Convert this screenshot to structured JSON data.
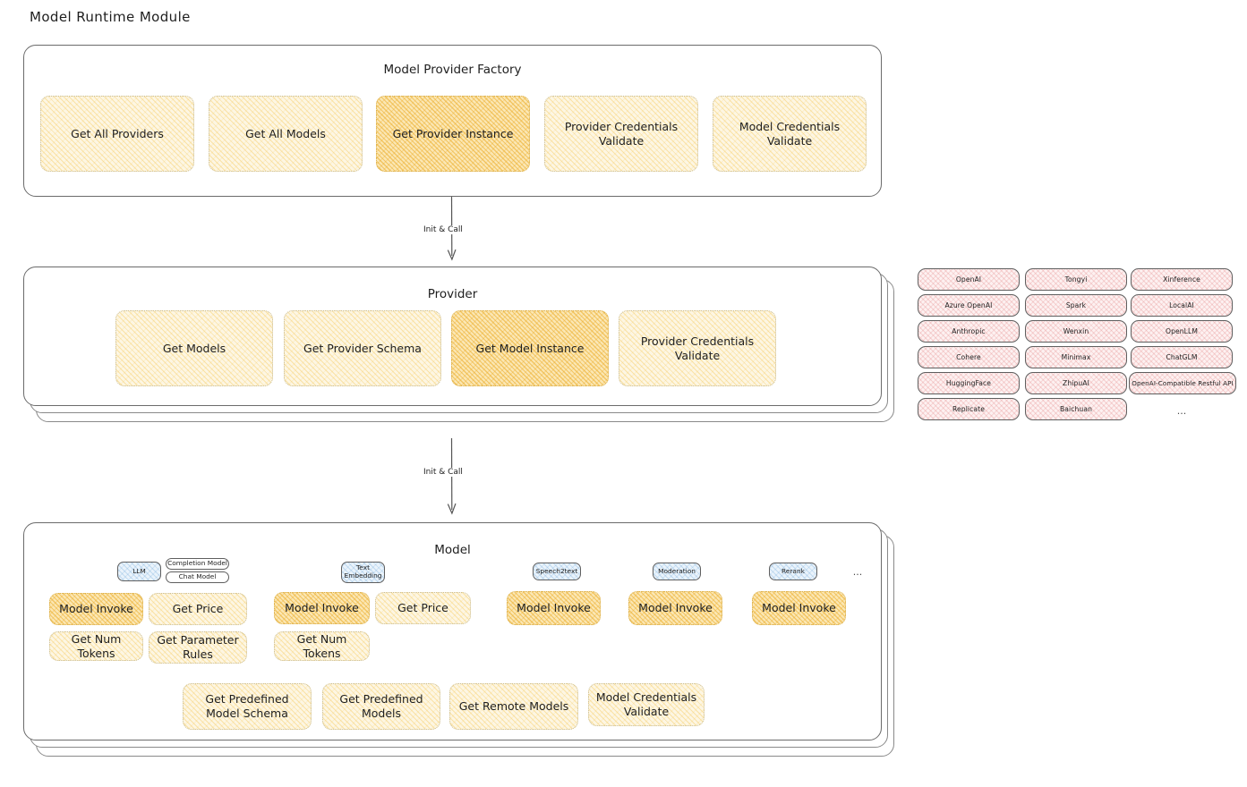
{
  "title": "Model Runtime Module",
  "factory": {
    "title": "Model Provider Factory",
    "items": [
      {
        "label": "Get All Providers",
        "highlight": false
      },
      {
        "label": "Get All Models",
        "highlight": false
      },
      {
        "label": "Get Provider Instance",
        "highlight": true
      },
      {
        "label": "Provider Credentials Validate",
        "highlight": false
      },
      {
        "label": "Model Credentials Validate",
        "highlight": false
      }
    ]
  },
  "arrow1": {
    "label": "Init & Call"
  },
  "provider": {
    "title": "Provider",
    "items": [
      {
        "label": "Get Models",
        "highlight": false
      },
      {
        "label": "Get Provider Schema",
        "highlight": false
      },
      {
        "label": "Get Model Instance",
        "highlight": true
      },
      {
        "label": "Provider Credentials Validate",
        "highlight": false
      }
    ]
  },
  "arrow2": {
    "label": "Init & Call"
  },
  "provider_list": {
    "column1": [
      "OpenAI",
      "Azure OpenAI",
      "Anthropic",
      "Cohere",
      "HuggingFace",
      "Replicate"
    ],
    "column2": [
      "Tongyi",
      "Spark",
      "Wenxin",
      "Minimax",
      "ZhipuAI",
      "Baichuan"
    ],
    "column3": [
      "Xinference",
      "LocalAI",
      "OpenLLM",
      "ChatGLM",
      "OpenAI-Compatible Restful API"
    ],
    "more": "..."
  },
  "model": {
    "title": "Model",
    "more": "...",
    "types": [
      {
        "name": "LLM",
        "sub": [
          "Completion Model",
          "Chat Model"
        ]
      },
      {
        "name": "Text Embedding",
        "sub": []
      },
      {
        "name": "Speech2text",
        "sub": []
      },
      {
        "name": "Moderation",
        "sub": []
      },
      {
        "name": "Rerank",
        "sub": []
      }
    ],
    "llm_methods": [
      {
        "label": "Model Invoke",
        "highlight": true
      },
      {
        "label": "Get Price",
        "highlight": false
      },
      {
        "label": "Get Num Tokens",
        "highlight": false
      },
      {
        "label": "Get Parameter Rules",
        "highlight": false
      }
    ],
    "embedding_methods": [
      {
        "label": "Model Invoke",
        "highlight": true
      },
      {
        "label": "Get Price",
        "highlight": false
      },
      {
        "label": "Get Num Tokens",
        "highlight": false
      }
    ],
    "speech2text_methods": [
      {
        "label": "Model Invoke",
        "highlight": true
      }
    ],
    "moderation_methods": [
      {
        "label": "Model Invoke",
        "highlight": true
      }
    ],
    "rerank_methods": [
      {
        "label": "Model Invoke",
        "highlight": true
      }
    ],
    "common_methods": [
      {
        "label": "Get Predefined Model Schema"
      },
      {
        "label": "Get Predefined Models"
      },
      {
        "label": "Get Remote Models"
      },
      {
        "label": "Model Credentials Validate"
      }
    ]
  },
  "colors": {
    "fill_light": "#fdf6e3",
    "fill_highlight": "#fbe7b4",
    "provider_chip": "#fdf1f1",
    "model_chip": "#eaf3fb",
    "stroke": "#1e1e1e"
  }
}
